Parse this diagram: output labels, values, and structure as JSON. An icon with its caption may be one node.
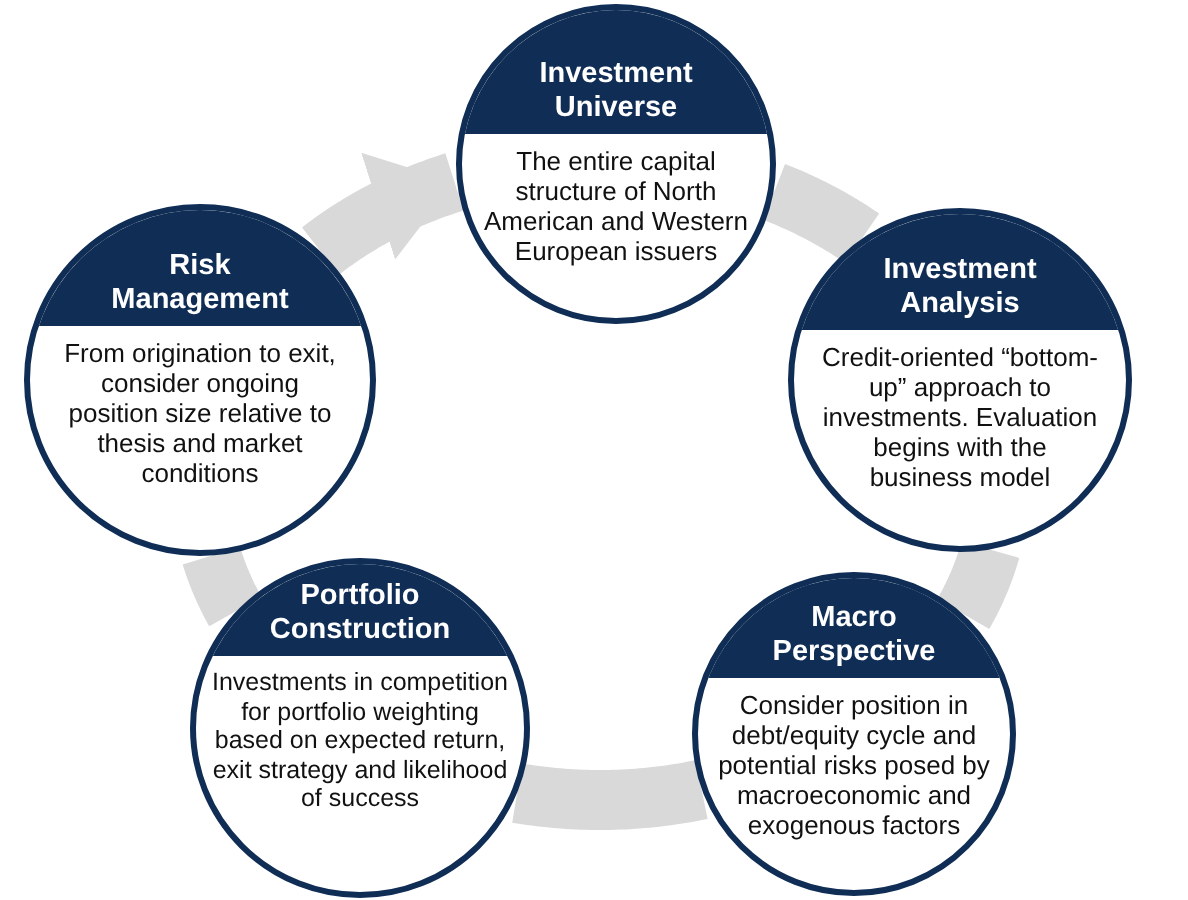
{
  "diagram": {
    "nodes": [
      {
        "text": [
          "Investment Universe",
          "The entire capital structure of North American and Western European issuers"
        ]
      },
      {
        "text": [
          "Investment Analysis",
          "Credit-oriented “bottom-up” approach to investments. Evaluation begins with the business model"
        ]
      },
      {
        "text": [
          "Macro Perspective",
          "Consider position in debt/equity cycle and potential risks posed by macroeconomic and exogenous factors"
        ]
      },
      {
        "text": [
          "Portfolio Construction",
          "Investments in competition for portfolio weighting based on expected return, exit strategy and likelihood of success"
        ]
      },
      {
        "text": [
          "Risk Management",
          "From origination to exit, consider ongoing position size relative to thesis and market conditions"
        ]
      }
    ],
    "edges": [
      {
        "from": 0,
        "to": 1,
        "arrow": "none"
      },
      {
        "from": 1,
        "to": 2,
        "arrow": "none"
      },
      {
        "from": 2,
        "to": 3,
        "arrow": "none"
      },
      {
        "from": 3,
        "to": 4,
        "arrow": "none"
      },
      {
        "from": 4,
        "to": 0,
        "arrow": "to"
      }
    ]
  }
}
